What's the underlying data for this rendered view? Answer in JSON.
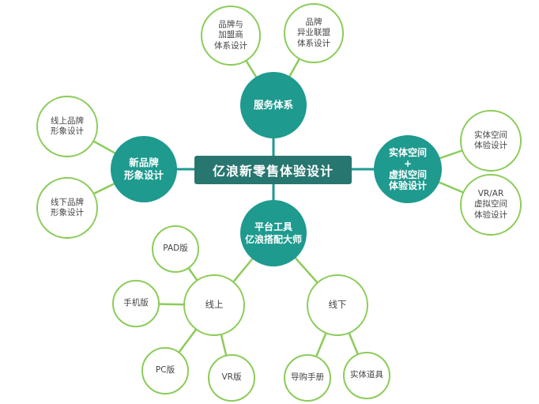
{
  "colors": {
    "hub": "#1e9a8f",
    "center": "#27766f",
    "leaf_border": "#8ccc5a",
    "hub_line": "#1e9a8f",
    "leaf_line": "#8ccc5a"
  },
  "center": {
    "label": "亿浪新零售体验设计"
  },
  "hubs": {
    "service": {
      "lines": [
        "服务体系"
      ]
    },
    "brand": {
      "lines": [
        "新品牌",
        "形象设计"
      ]
    },
    "space": {
      "lines": [
        "实体空间",
        "+",
        "虚拟空间",
        "体验设计"
      ]
    },
    "platform": {
      "lines": [
        "平台工具",
        "亿浪搭配大师"
      ]
    },
    "online": {
      "lines": [
        "线上"
      ]
    },
    "offline": {
      "lines": [
        "线下"
      ]
    }
  },
  "leaves": {
    "franchise": {
      "lines": [
        "品牌与",
        "加盟商",
        "体系设计"
      ]
    },
    "alliance": {
      "lines": [
        "品牌",
        "异业联盟",
        "体系设计"
      ]
    },
    "online_brand": {
      "lines": [
        "线上品牌",
        "形象设计"
      ]
    },
    "offline_brand": {
      "lines": [
        "线下品牌",
        "形象设计"
      ]
    },
    "physical_space": {
      "lines": [
        "实体空间",
        "体验设计"
      ]
    },
    "vr_space": {
      "lines": [
        "VR/AR",
        "虚拟空间",
        "体验设计"
      ]
    },
    "pad": {
      "lines": [
        "PAD版"
      ]
    },
    "mobile": {
      "lines": [
        "手机版"
      ]
    },
    "pc": {
      "lines": [
        "PC版"
      ]
    },
    "vr": {
      "lines": [
        "VR版"
      ]
    },
    "guide": {
      "lines": [
        "导购手册"
      ]
    },
    "props": {
      "lines": [
        "实体道具"
      ]
    }
  }
}
